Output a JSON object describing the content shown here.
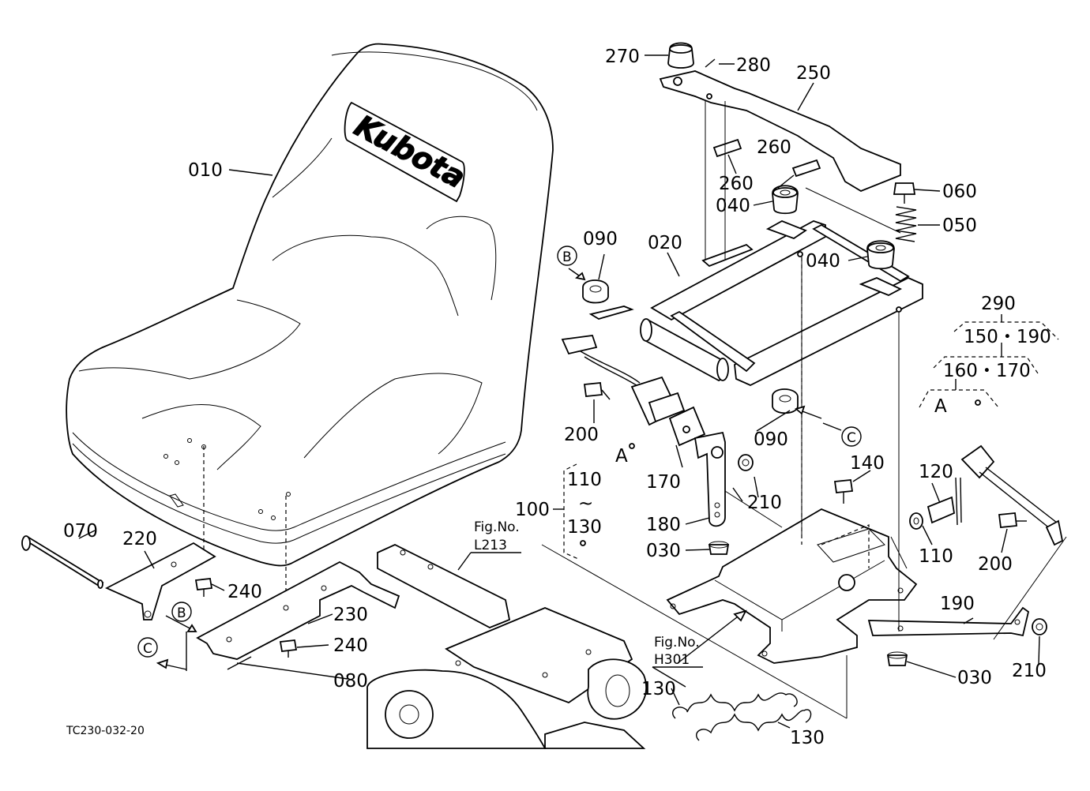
{
  "labels": {
    "p010": "010",
    "p020": "020",
    "p030a": "030",
    "p030b": "030",
    "p040a": "040",
    "p040b": "040",
    "p050": "050",
    "p060": "060",
    "p070": "070",
    "p080": "080",
    "p090a": "090",
    "p090b": "090",
    "p100": "100",
    "p110a": "110",
    "p110b": "110",
    "p120": "120",
    "p130a": "130",
    "p130b": "130",
    "p130c": "130",
    "p140": "140",
    "p150_190": "150・190",
    "p160_170": "160・170",
    "p170": "170",
    "p180": "180",
    "p190": "190",
    "p200a": "200",
    "p200b": "200",
    "p210a": "210",
    "p210b": "210",
    "p220": "220",
    "p230": "230",
    "p240a": "240",
    "p240b": "240",
    "p250": "250",
    "p260a": "260",
    "p260b": "260",
    "p270": "270",
    "p280": "280",
    "p290": "290",
    "tilde": "~",
    "refA1": "A",
    "refA2": "A"
  },
  "circled_refs": {
    "B_top": "B",
    "C_right": "C",
    "B_left": "B",
    "C_left": "C"
  },
  "fig_refs": {
    "l213_title": "Fig.No.",
    "l213_code": "L213",
    "h301_title": "Fig.No.",
    "h301_code": "H301"
  },
  "brand_text": "Kubota",
  "drawing_code": "TC230-032-20"
}
